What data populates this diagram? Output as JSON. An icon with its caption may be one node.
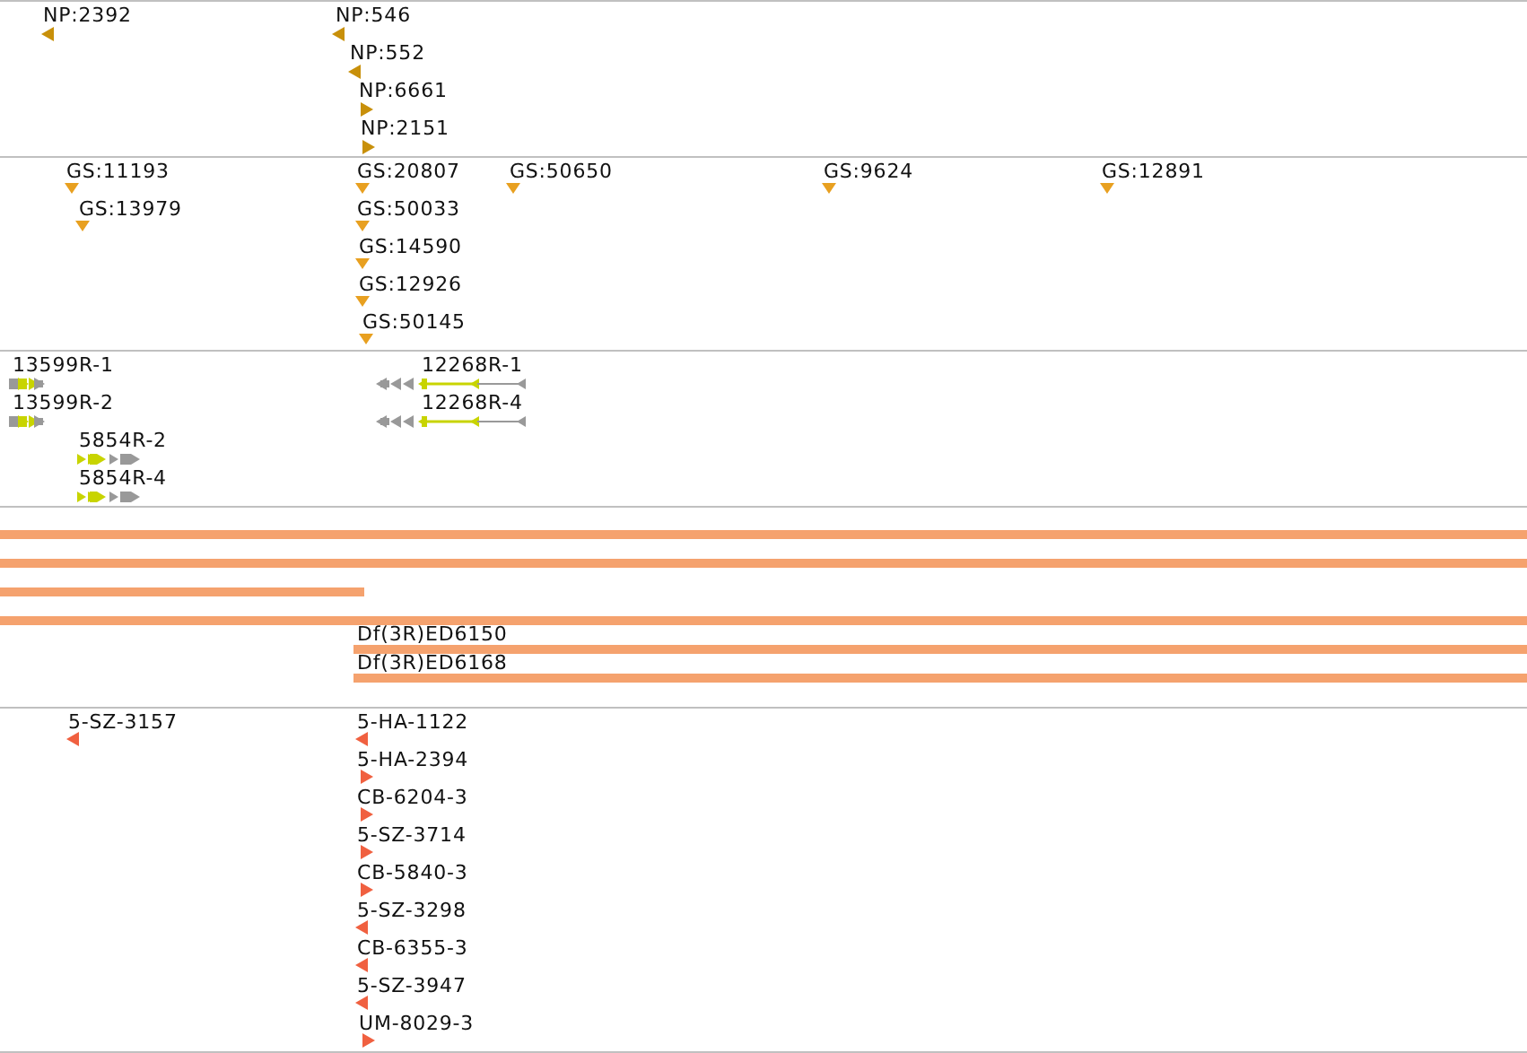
{
  "diagram": {
    "labels": [
      "NP:2392",
      "NP:546",
      "NP:552",
      "NP:6661",
      "NP:2151",
      "GS:11193",
      "GS:20807",
      "GS:50650",
      "GS:9624",
      "GS:12891",
      "GS:13979",
      "GS:50033",
      "GS:14590",
      "GS:12926",
      "GS:50145",
      "13599R-1",
      "12268R-1",
      "13599R-2",
      "12268R-4",
      "5854R-2",
      "5854R-4",
      "Df(3R)ED6150",
      "Df(3R)ED6168",
      "5-SZ-3157",
      "5-HA-1122",
      "5-HA-2394",
      "CB-6204-3",
      "5-SZ-3714",
      "CB-5840-3",
      "5-SZ-3298",
      "CB-6355-3",
      "5-SZ-3947",
      "UM-8029-3"
    ]
  }
}
